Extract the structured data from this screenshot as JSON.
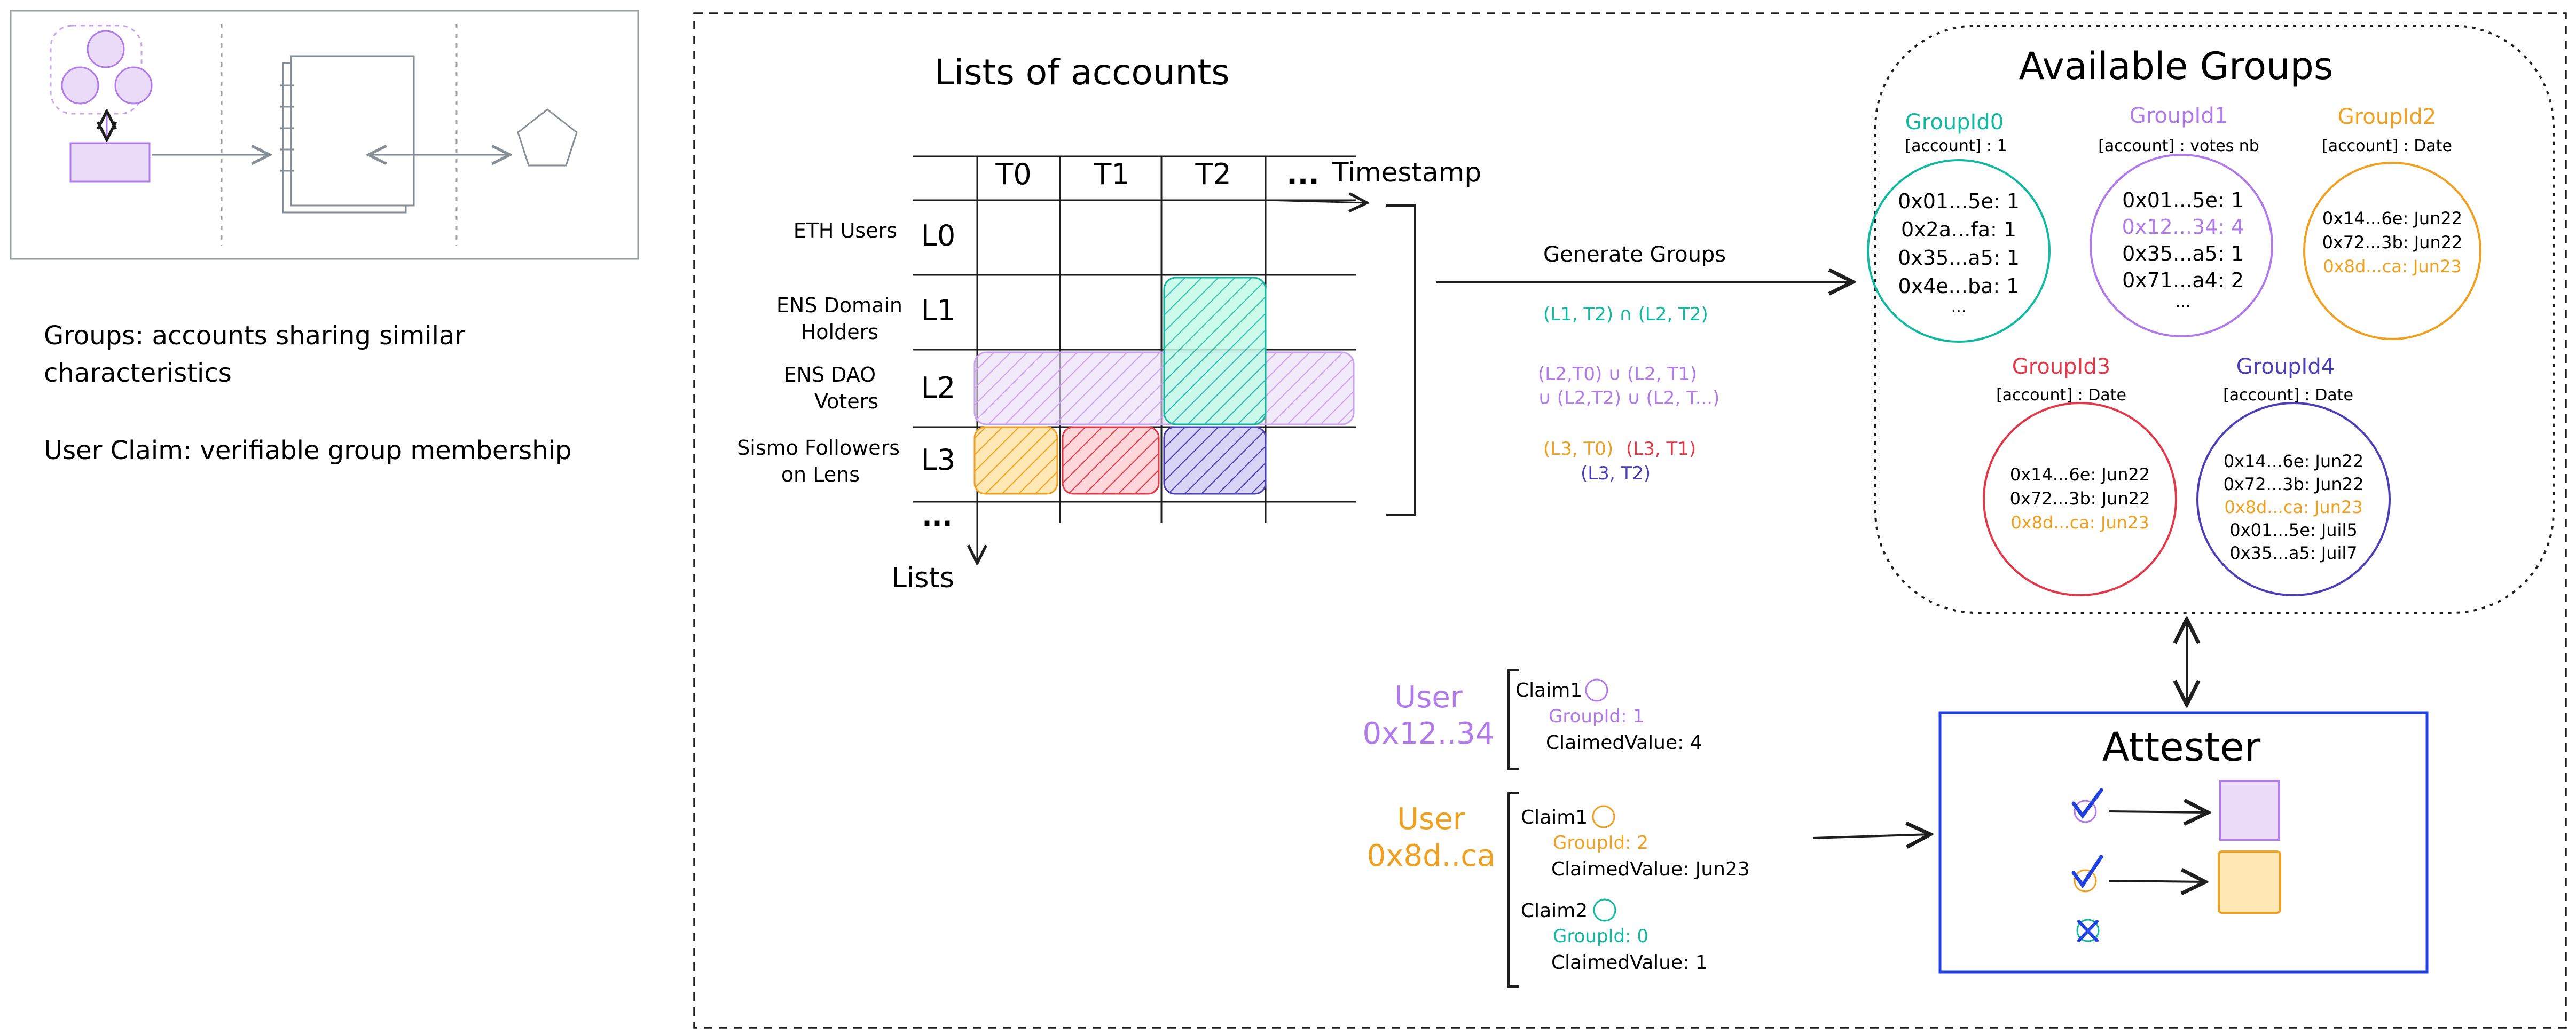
{
  "colors": {
    "ink": "#1e1e1e",
    "teal": "#12b8a0",
    "purple": "#b07ae8",
    "orange": "#f0a020",
    "red": "#e03a4a",
    "indigo": "#4a3fb5",
    "blue": "#2040e0",
    "grey": "#868e96"
  },
  "legend": {
    "line1": "Groups: accounts sharing similar",
    "line2": "characteristics",
    "line3": "User Claim: verifiable group membership"
  },
  "matrix": {
    "title": "Lists of accounts",
    "columns": [
      "T0",
      "T1",
      "T2",
      "..."
    ],
    "timestamp_label": "Timestamp",
    "lists_label": "Lists",
    "rows": [
      {
        "id": "L0",
        "name_lines": [
          "ETH Users"
        ]
      },
      {
        "id": "L1",
        "name_lines": [
          "ENS Domain",
          "Holders"
        ]
      },
      {
        "id": "L2",
        "name_lines": [
          "ENS DAO",
          "Voters"
        ]
      },
      {
        "id": "L3",
        "name_lines": [
          "Sismo Followers",
          "on Lens"
        ]
      }
    ],
    "more_rows": "..."
  },
  "generate": {
    "label": "Generate Groups",
    "expr_teal": "(L1, T2) ∩ (L2, T2)",
    "expr_purple_1": "(L2,T0) ∪ (L2, T1)",
    "expr_purple_2": "∪ (L2,T2) ∪ (L2, T...)",
    "expr_orange": "(L3, T0)",
    "expr_red": "(L3, T1)",
    "expr_indigo": "(L3, T2)"
  },
  "groups": {
    "title": "Available Groups",
    "g0": {
      "name": "GroupId0",
      "schema": "[account] : 1",
      "entries": [
        "0x01...5e: 1",
        "0x2a...fa: 1",
        "0x35...a5: 1",
        "0x4e...ba: 1",
        "..."
      ]
    },
    "g1": {
      "name": "GroupId1",
      "schema": "[account] : votes nb",
      "entries": [
        "0x01...5e: 1",
        "0x12...34: 4",
        "0x35...a5: 1",
        "0x71...a4: 2",
        "..."
      ]
    },
    "g2": {
      "name": "GroupId2",
      "schema": "[account] : Date",
      "entries": [
        "0x14...6e: Jun22",
        "0x72...3b: Jun22",
        "0x8d...ca: Jun23"
      ]
    },
    "g3": {
      "name": "GroupId3",
      "schema": "[account] : Date",
      "entries": [
        "0x14...6e: Jun22",
        "0x72...3b: Jun22",
        "0x8d...ca: Jun23"
      ]
    },
    "g4": {
      "name": "GroupId4",
      "schema": "[account] : Date",
      "entries": [
        "0x14...6e: Jun22",
        "0x72...3b: Jun22",
        "0x8d...ca: Jun23",
        "0x01...5e: Juil5",
        "0x35...a5: Juil7"
      ]
    }
  },
  "user1": {
    "label": "User",
    "address": "0x12..34",
    "claim": "Claim1",
    "group": "GroupId: 1",
    "value": "ClaimedValue: 4"
  },
  "user2": {
    "label": "User",
    "address": "0x8d..ca",
    "claim1": "Claim1",
    "group1": "GroupId: 2",
    "value1": "ClaimedValue: Jun23",
    "claim2": "Claim2",
    "group2": "GroupId: 0",
    "value2": "ClaimedValue: 1"
  },
  "attester": {
    "title": "Attester"
  }
}
